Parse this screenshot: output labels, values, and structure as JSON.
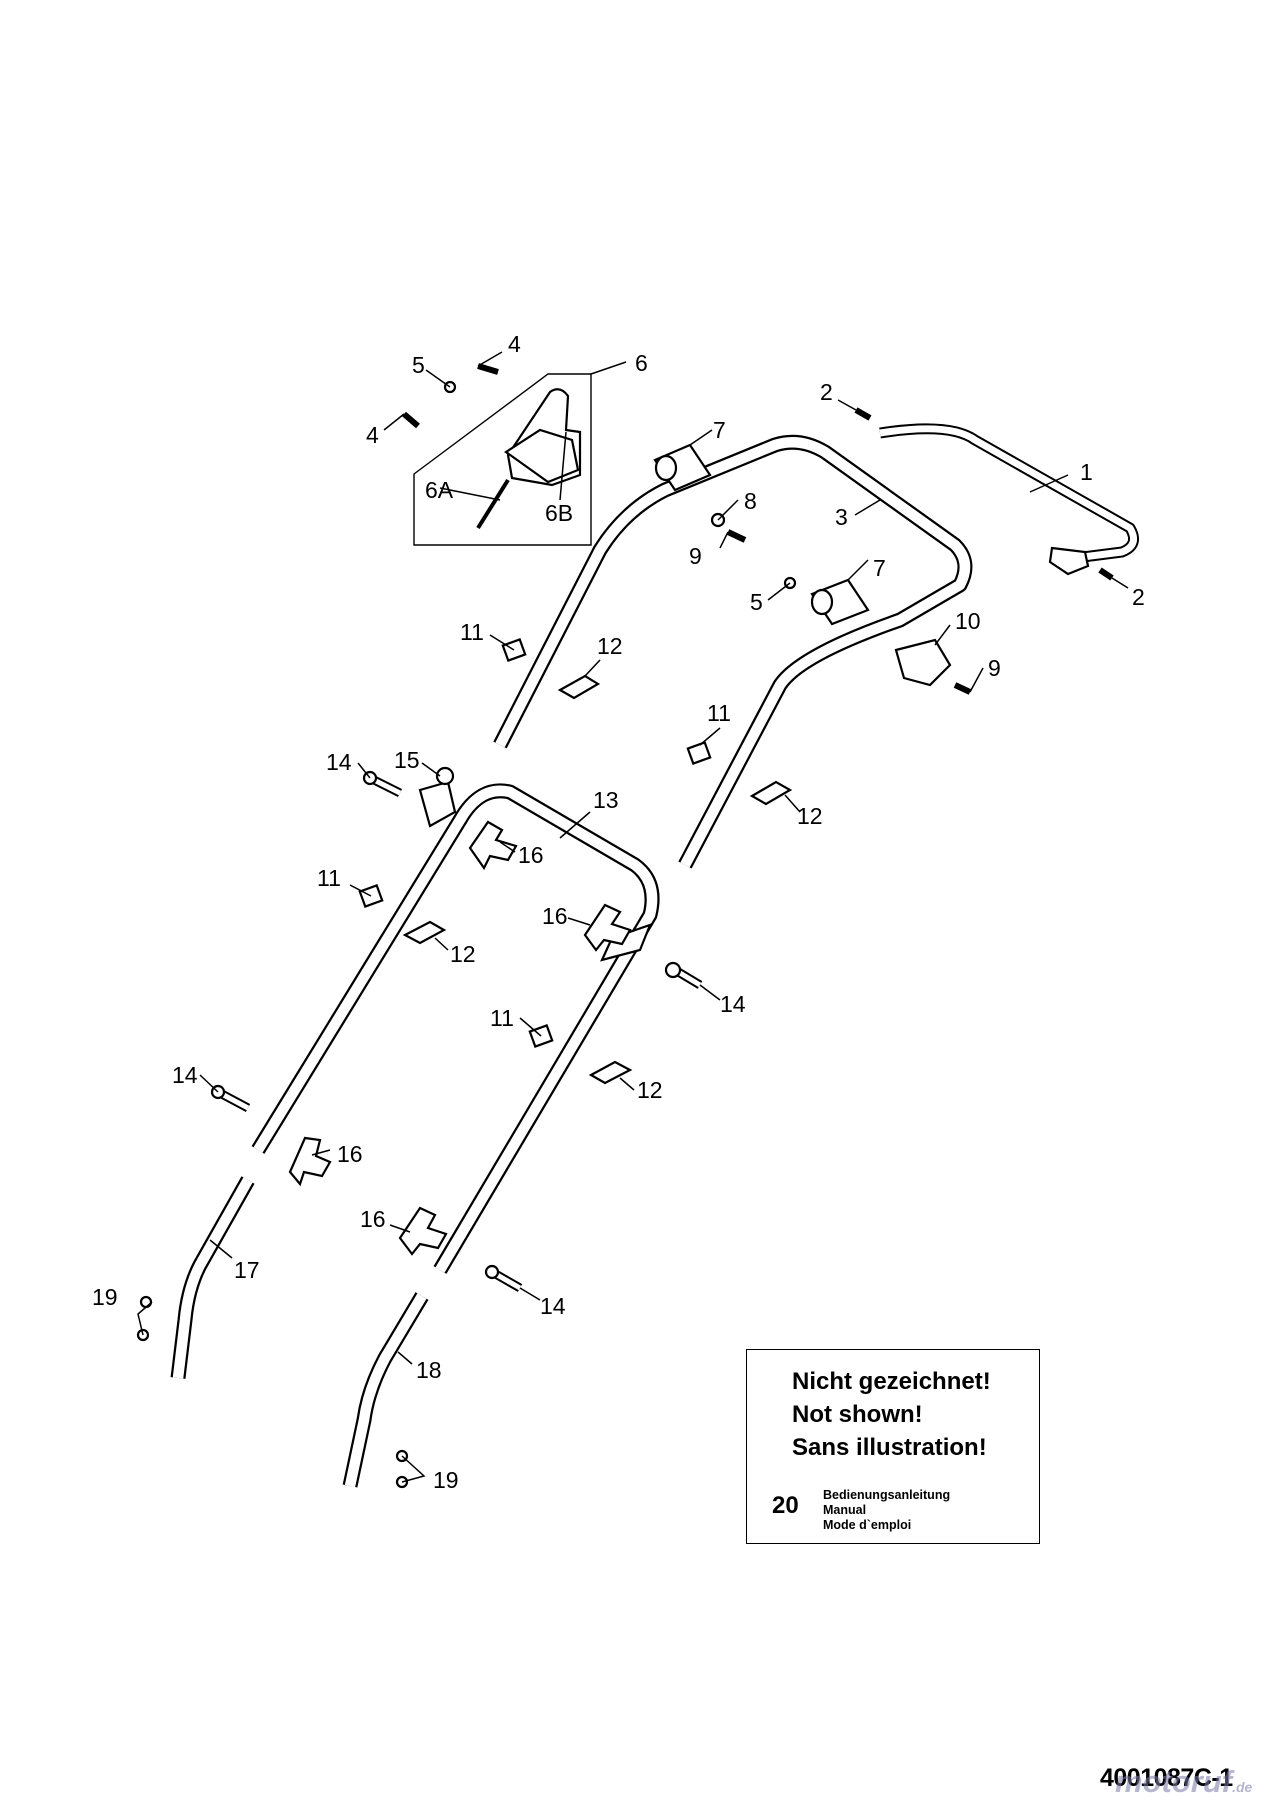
{
  "parts": {
    "p1": "1",
    "p2": "2",
    "p3": "3",
    "p4": "4",
    "p5": "5",
    "p6": "6",
    "p6A": "6A",
    "p6B": "6B",
    "p7": "7",
    "p8": "8",
    "p9": "9",
    "p10": "10",
    "p11": "11",
    "p12": "12",
    "p13": "13",
    "p14": "14",
    "p15": "15",
    "p16": "16",
    "p17": "17",
    "p18": "18",
    "p19": "19"
  },
  "note": {
    "line1": "Nicht gezeichnet!",
    "line2": "Not shown!",
    "line3": "Sans illustration!",
    "item_number": "20",
    "item_de": "Bedienungsanleitung",
    "item_en": "Manual",
    "item_fr": "Mode d`emploi"
  },
  "document_number": "4001087C-1",
  "watermark": {
    "name": "motoruf",
    "tld": ".de"
  }
}
